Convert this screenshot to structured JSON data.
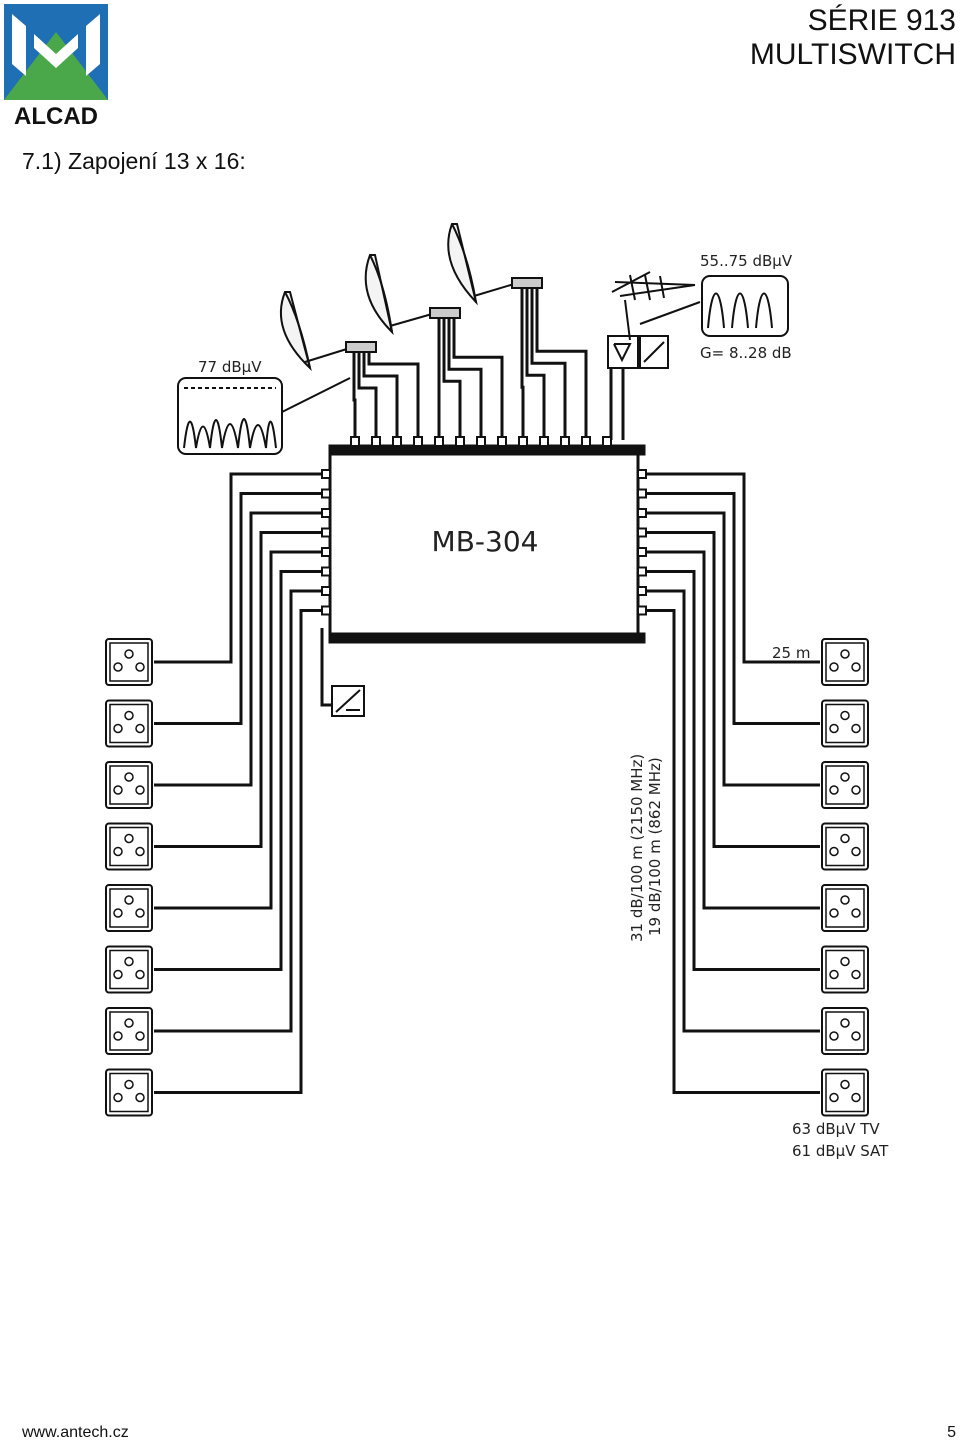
{
  "header": {
    "brand": "ALCAD",
    "series_line1": "SÉRIE 913",
    "series_line2": "MULTISWITCH"
  },
  "section_title": "7.1) Zapojení 13 x 16:",
  "diagram": {
    "device": "MB-304",
    "sat_level": "77 dBμV",
    "terr_level": "55..75 dBμV",
    "gain": "G= 8..28 dB",
    "cable_length": "25 m",
    "att_sat": "31 dB/100 m (2150 MHz)",
    "att_tv": "19 dB/100 m (862 MHz)",
    "out_tv": "63 dBμV TV",
    "out_sat": "61 dBμV SAT"
  },
  "footer": {
    "url": "www.antech.cz",
    "page": "5"
  },
  "colors": {
    "logo_blue": "#1f6fb5",
    "logo_green": "#4aa84a",
    "line": "#111111"
  }
}
